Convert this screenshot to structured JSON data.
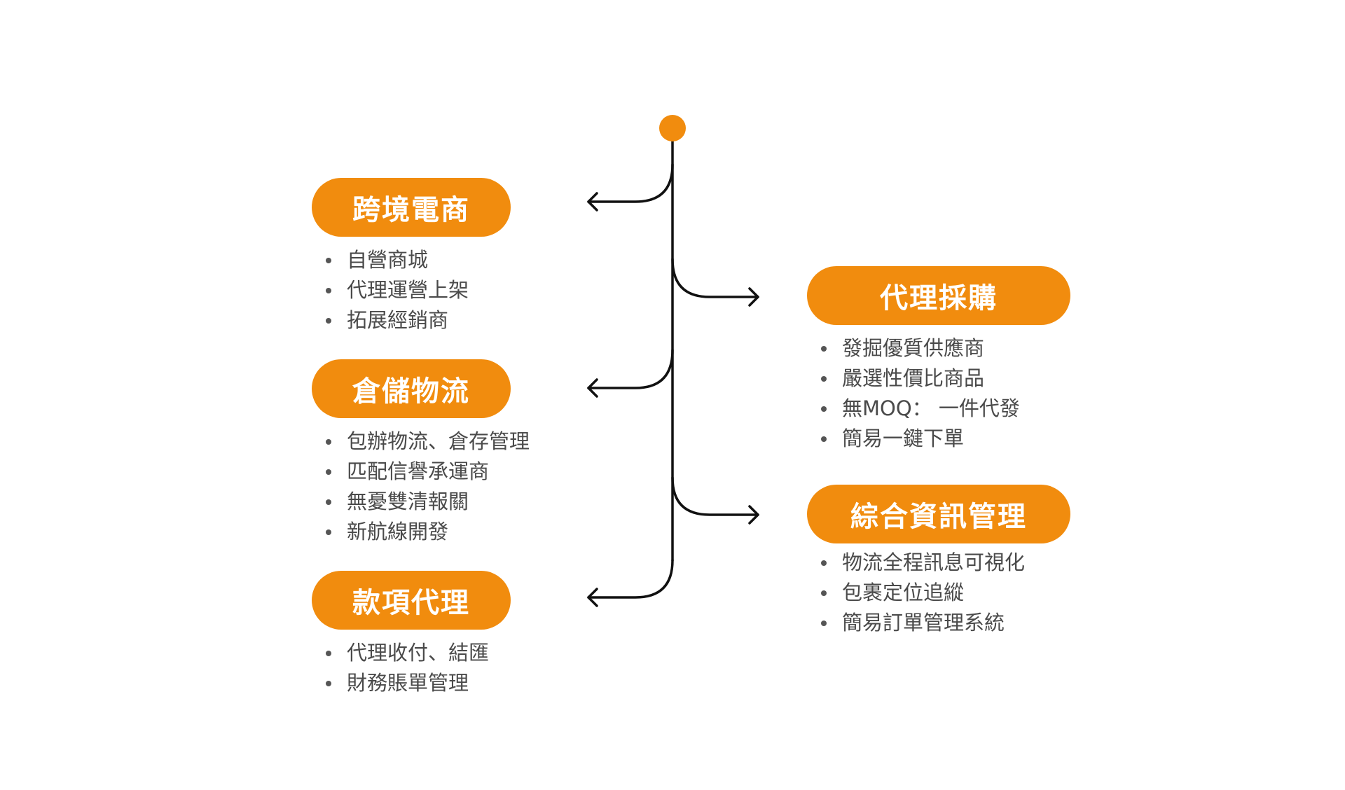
{
  "colors": {
    "accent": "#F18C0E",
    "line": "#111111",
    "text": "#4A4A4A"
  },
  "branches": [
    {
      "side": "left",
      "title": "跨境電商",
      "items": [
        "自營商城",
        "代理運營上架",
        "拓展經銷商"
      ]
    },
    {
      "side": "right",
      "title": "代理採購",
      "items": [
        "發掘優質供應商",
        "嚴選性價比商品",
        "無MOQ： 一件代發",
        "簡易一鍵下單"
      ]
    },
    {
      "side": "left",
      "title": "倉儲物流",
      "items": [
        "包辦物流、倉存管理",
        "匹配信譽承運商",
        "無憂雙清報關",
        "新航線開發"
      ]
    },
    {
      "side": "right",
      "title": "綜合資訊管理",
      "items": [
        "物流全程訊息可視化",
        "包裹定位追縱",
        "簡易訂單管理系統"
      ]
    },
    {
      "side": "left",
      "title": "款項代理",
      "items": [
        "代理收付、結匯",
        "財務賬單管理"
      ]
    }
  ]
}
